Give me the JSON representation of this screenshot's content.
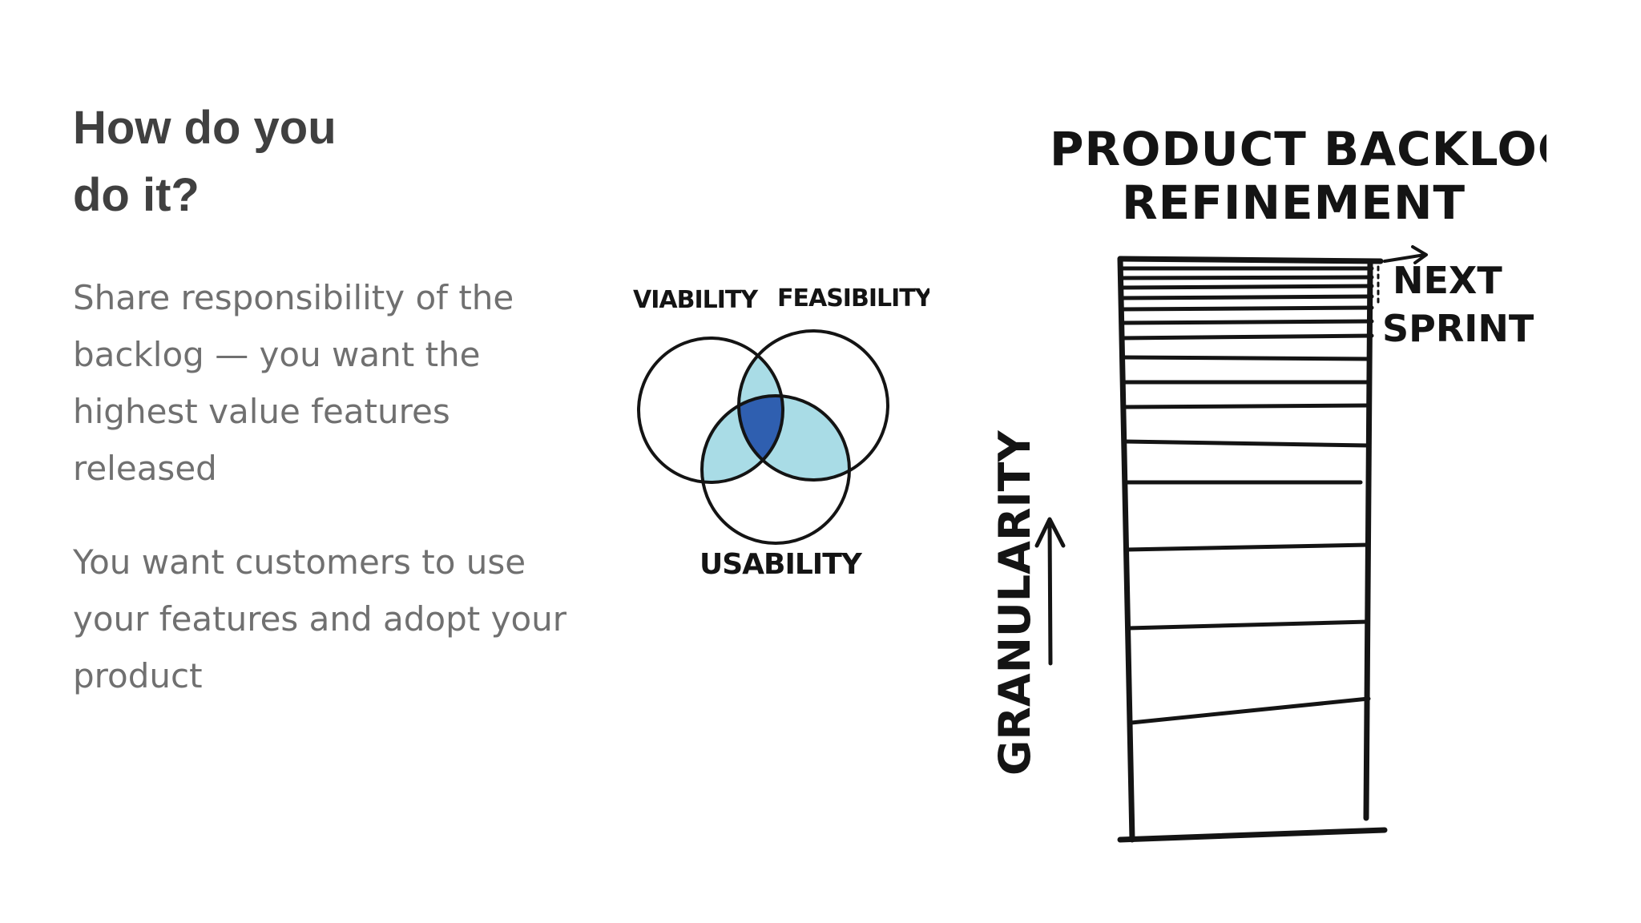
{
  "slide": {
    "title_lines": [
      "How do you",
      "do it?"
    ],
    "paragraphs": [
      "Share responsibility of the backlog — you want the highest value features released",
      "You want customers to use your features and adopt your product"
    ]
  },
  "venn": {
    "labels": {
      "viability": "VIABILITY",
      "feasibility": "FEASIBILITY",
      "usability": "USABILITY"
    },
    "colors": {
      "pair_overlap": "#a9dce6",
      "center": "#2f5fb0",
      "outline": "#141414"
    }
  },
  "backlog": {
    "title_lines": [
      "PRODUCT BACKLOG",
      "REFINEMENT"
    ],
    "next_sprint_lines": [
      "NEXT",
      "SPRINT"
    ],
    "axis_label": "GRANULARITY",
    "ink_color": "#141414"
  }
}
